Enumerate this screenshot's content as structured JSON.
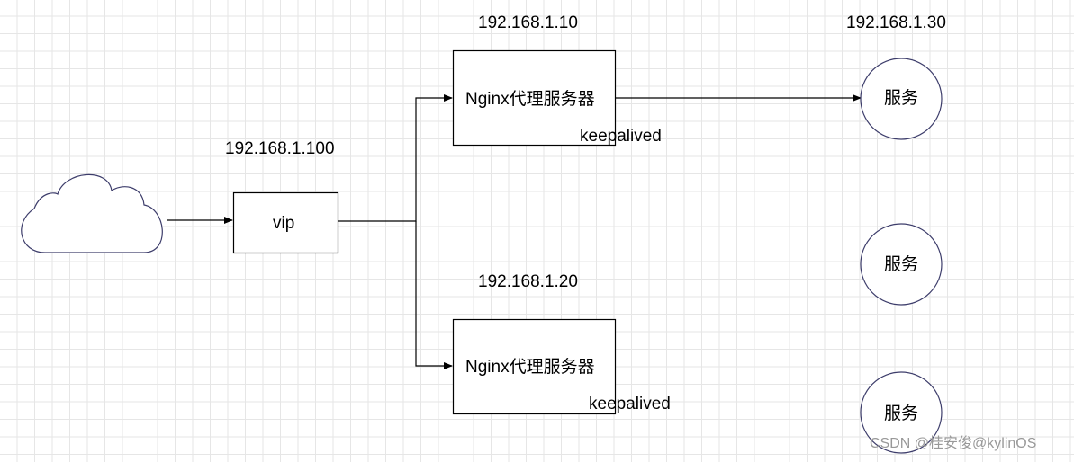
{
  "nodes": {
    "vip": {
      "label": "vip",
      "ip": "192.168.1.100"
    },
    "proxy_top": {
      "label": "Nginx代理服务器",
      "ip": "192.168.1.10",
      "tag": "keepalived"
    },
    "proxy_bottom": {
      "label": "Nginx代理服务器",
      "ip": "192.168.1.20",
      "tag": "keepalived"
    },
    "service_1": {
      "label": "服务",
      "ip": "192.168.1.30"
    },
    "service_2": {
      "label": "服务"
    },
    "service_3": {
      "label": "服务"
    }
  },
  "watermark": "CSDN @桂安俊@kylinOS",
  "colors": {
    "line": "#000000",
    "circle_stroke": "#3d3d6b",
    "grid": "#e6e6e6"
  }
}
